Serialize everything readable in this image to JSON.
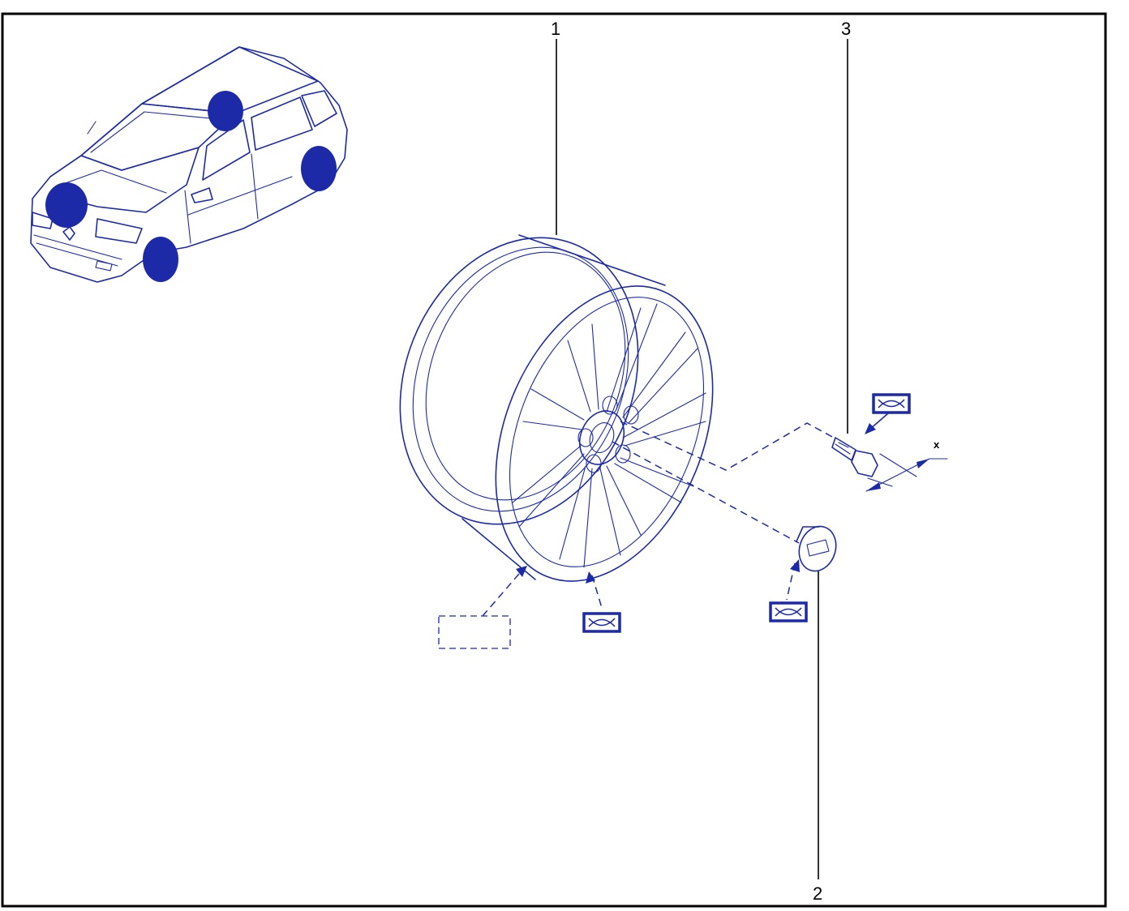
{
  "diagram": {
    "callouts": [
      {
        "id": "1",
        "label": "1"
      },
      {
        "id": "2",
        "label": "2"
      },
      {
        "id": "3",
        "label": "3"
      }
    ],
    "dimension_label": "x",
    "colors": {
      "line_art": "#1c2aa8",
      "frame": "#000000",
      "background": "#ffffff"
    }
  }
}
